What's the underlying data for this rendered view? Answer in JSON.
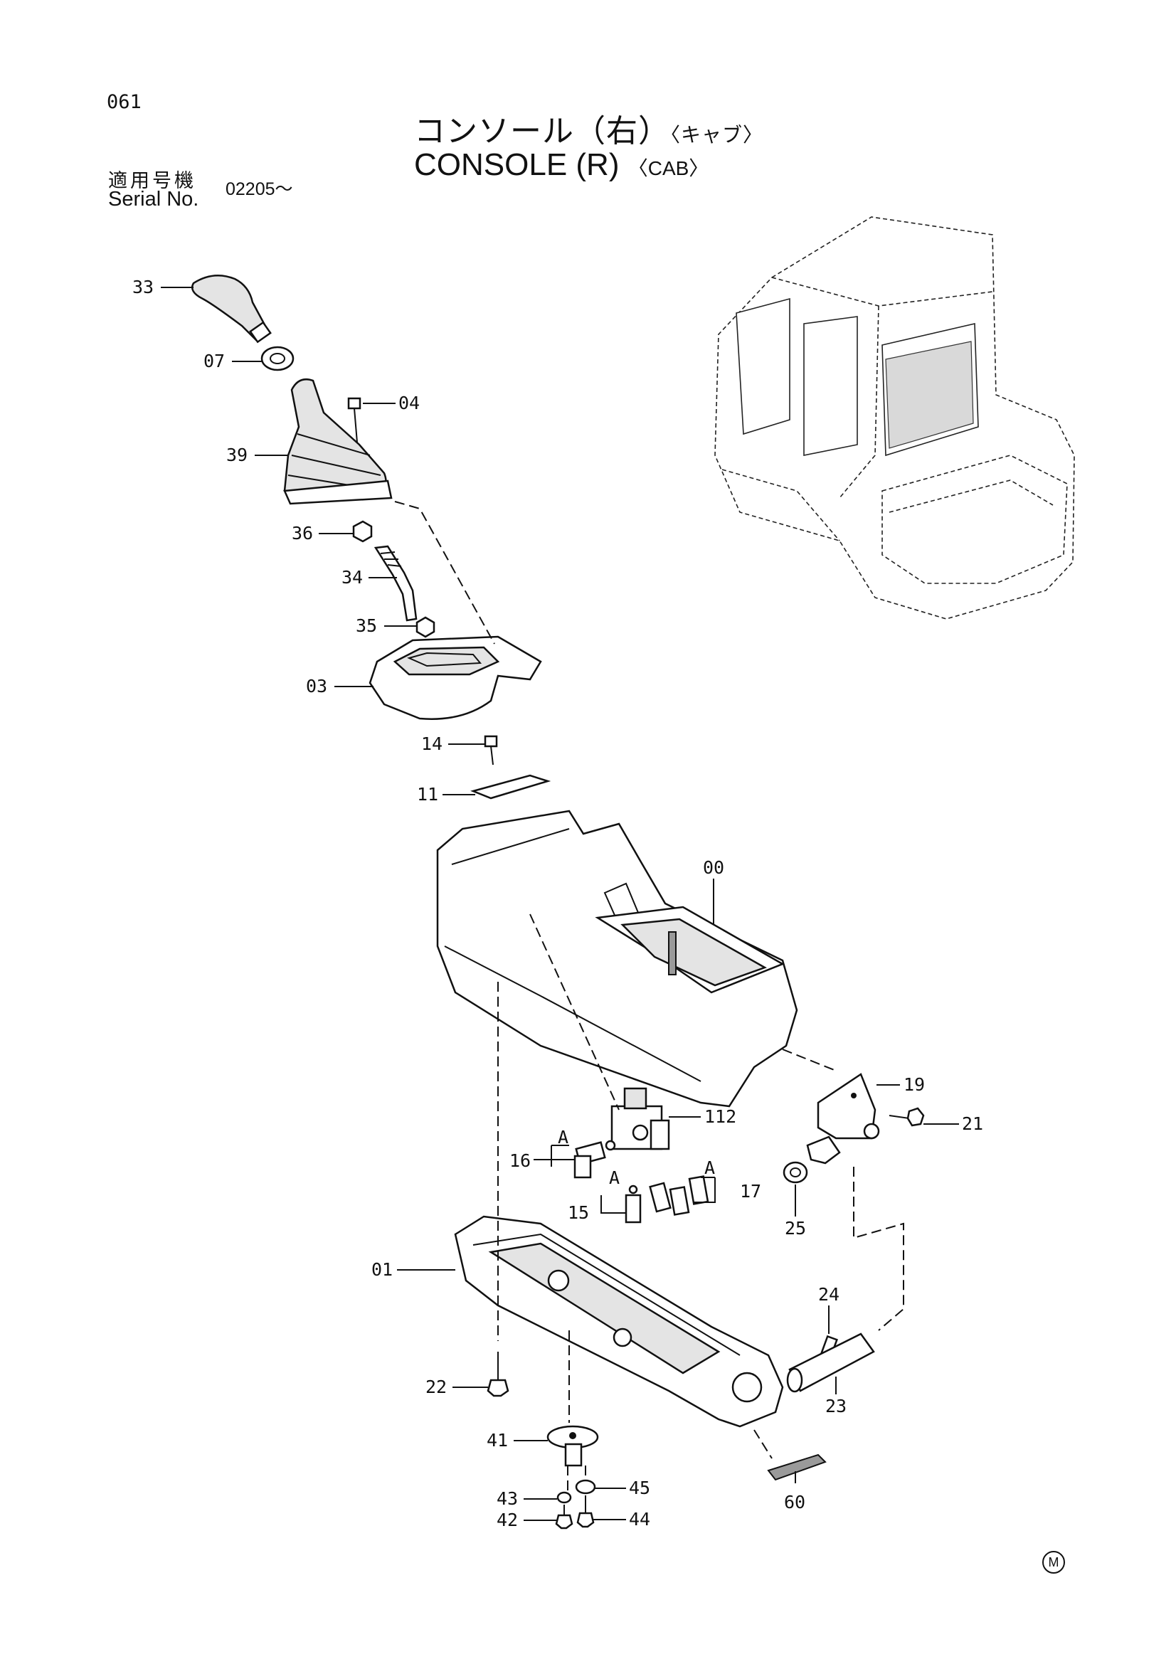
{
  "page": {
    "number": "061",
    "title_jp": "コンソール（右）",
    "title_jp_sub": "〈キャブ〉",
    "title_en": "CONSOLE (R)",
    "title_en_sub": "〈CAB〉",
    "serial_label_jp": "適用号機",
    "serial_label_en": "Serial No.",
    "serial_value": "02205～",
    "footer_mark": "M"
  },
  "callouts": {
    "c33": "33",
    "c07": "07",
    "c04": "04",
    "c39": "39",
    "c36": "36",
    "c34": "34",
    "c35": "35",
    "c03": "03",
    "c14": "14",
    "c11": "11",
    "c00": "00",
    "c112": "112",
    "c16": "16",
    "c15": "15",
    "c17": "17",
    "c19": "19",
    "c21": "21",
    "c25": "25",
    "c01": "01",
    "c24": "24",
    "c23": "23",
    "c22": "22",
    "c41": "41",
    "c43": "43",
    "c42": "42",
    "c45": "45",
    "c44": "44",
    "c60": "60"
  },
  "refs": {
    "a1": "A",
    "a2": "A",
    "a3": "A"
  }
}
